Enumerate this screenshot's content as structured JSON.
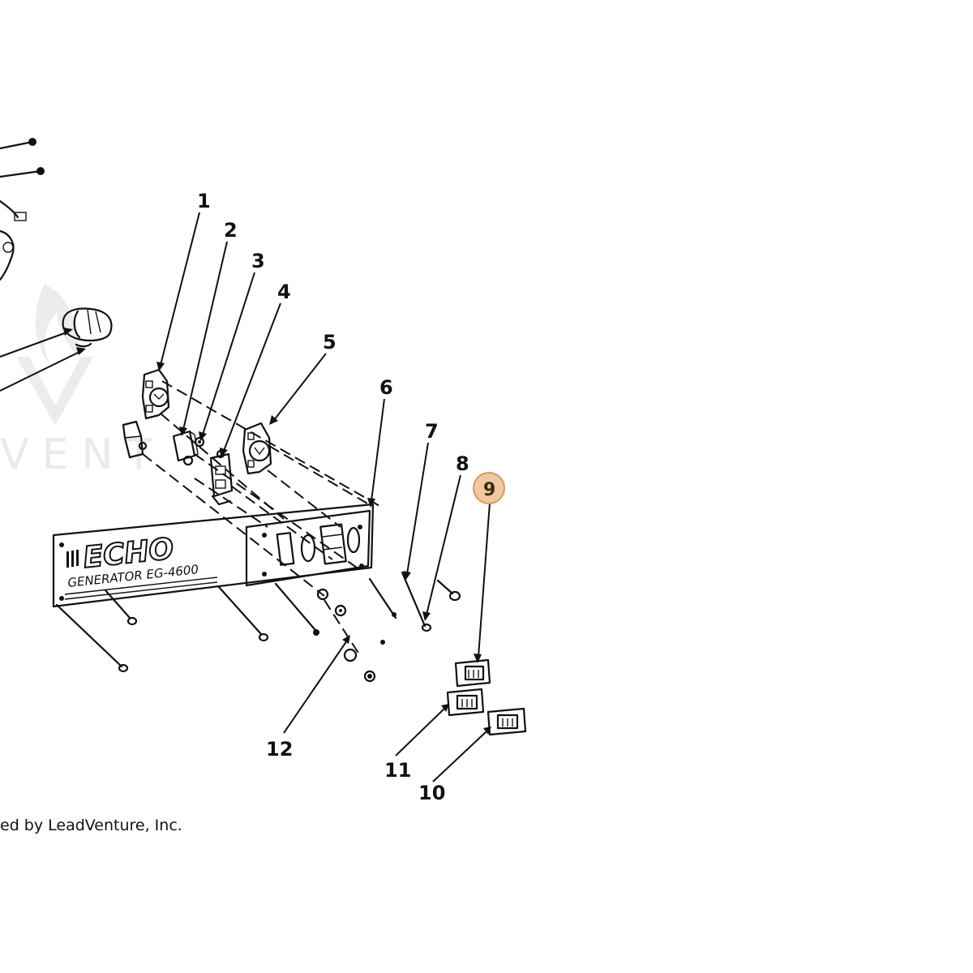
{
  "callouts": [
    {
      "label": "1"
    },
    {
      "label": "2"
    },
    {
      "label": "3"
    },
    {
      "label": "4"
    },
    {
      "label": "5"
    },
    {
      "label": "6"
    },
    {
      "label": "7"
    },
    {
      "label": "8"
    },
    {
      "label": "9"
    },
    {
      "label": "10"
    },
    {
      "label": "11"
    },
    {
      "label": "12"
    }
  ],
  "highlighted_callout": "9",
  "highlight_color": "#f2c8a0",
  "highlight_border_color": "#d89a60",
  "panel": {
    "brand": "ECHO",
    "model_line": "GENERATOR EG-4600"
  },
  "watermark": {
    "text": "VENT"
  },
  "copyright": "ed by LeadVenture, Inc."
}
